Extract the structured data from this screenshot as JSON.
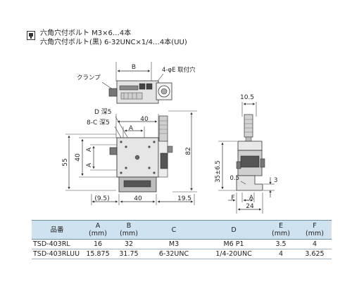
{
  "notes": {
    "line1": "六角穴付ボルト M3×6…4本",
    "line2": "六角穴付ボルト(黒) 6-32UNC×1/4…4本(UU)"
  },
  "top_view": {
    "clamp_label": "クランプ",
    "dim_b": "B",
    "hole_label": "4-φE 取付穴"
  },
  "front_view": {
    "label_d": "D 深5",
    "label_c": "8-C 深5",
    "dim_a_h": "A",
    "dim_a_v": "A",
    "dim_40_h": "40",
    "dim_40_v": "40",
    "dim_55": "55",
    "dim_82": "82",
    "dim_9_5": "(9.5)",
    "dim_40_bottom": "40",
    "dim_19_5": "19.5"
  },
  "side_view": {
    "dim_10_5": "10.5",
    "dim_35": "35±6.5",
    "dim_0_5": "0.5",
    "dim_3": "3",
    "dim_f": "F",
    "dim_a": "A",
    "dim_24": "24"
  },
  "table": {
    "headers": [
      "品番",
      "A\n(mm)",
      "B\n(mm)",
      "C",
      "D",
      "E\n(mm)",
      "F\n(mm)"
    ],
    "rows": [
      [
        "TSD-403RL",
        "16",
        "32",
        "M3",
        "M6 P1",
        "3.5",
        "4"
      ],
      [
        "TSD-403RLUU",
        "15.875",
        "31.75",
        "6-32UNC",
        "1/4-20UNC",
        "4",
        "3.625"
      ]
    ]
  }
}
